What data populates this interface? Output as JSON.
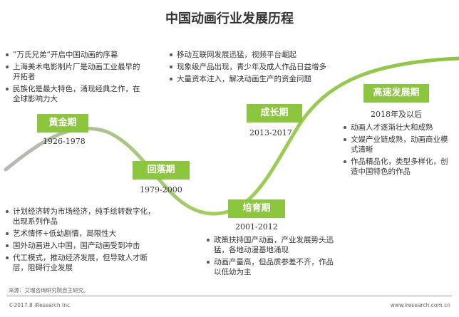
{
  "title": "中国动画行业发展历程",
  "stages": [
    {
      "name": "黄金期",
      "years": "1926-1978",
      "notes": [
        "”万氏兄弟“开启中国动画的序幕",
        "上海美术电影制片厂是动画工业最早的开拓者",
        "民族化是最大特色，涌现经典之作，在全球影响力大"
      ]
    },
    {
      "name": "回落期",
      "years": "1979-2000",
      "notes": [
        "计划经济转为市场经济，纯手绘转数字化，出现系列作品",
        "艺术情怀+低幼剧情，局限性大",
        "国外动画进入中国，国产动画受到冲击",
        "代工模式，推动经济发展，但导致人才断层，阻碍行业发展"
      ]
    },
    {
      "name": "培育期",
      "years": "2001-2012",
      "notes": [
        "政策扶持国产动画，产业发展势头迅猛，各地动漫基地涌现",
        "动画产量高，但品质参差不齐，作品以低幼为主"
      ]
    },
    {
      "name": "成长期",
      "years": "2013-2017",
      "notes": [
        "移动互联网发展迅猛，视频平台崛起",
        "现象级产品出现，青少年及成人作品日益增多",
        "大量资本注入，解决动画生产的资金问题"
      ]
    },
    {
      "name": "高速发展期",
      "years": "2018年及以后",
      "notes": [
        "动画人才逐渐壮大和成熟",
        "文娱产业链成熟，动画商业模式清晰",
        "作品精品化，类型多样化，创造中国特色的作品"
      ]
    }
  ],
  "footer": {
    "source": "来源：艾瑞咨询研究院自主研究。",
    "copyright": "©2017.8 iResearch Inc",
    "website": "www.iresearch.com.cn"
  },
  "colors": {
    "accent": "#8cc63f"
  }
}
